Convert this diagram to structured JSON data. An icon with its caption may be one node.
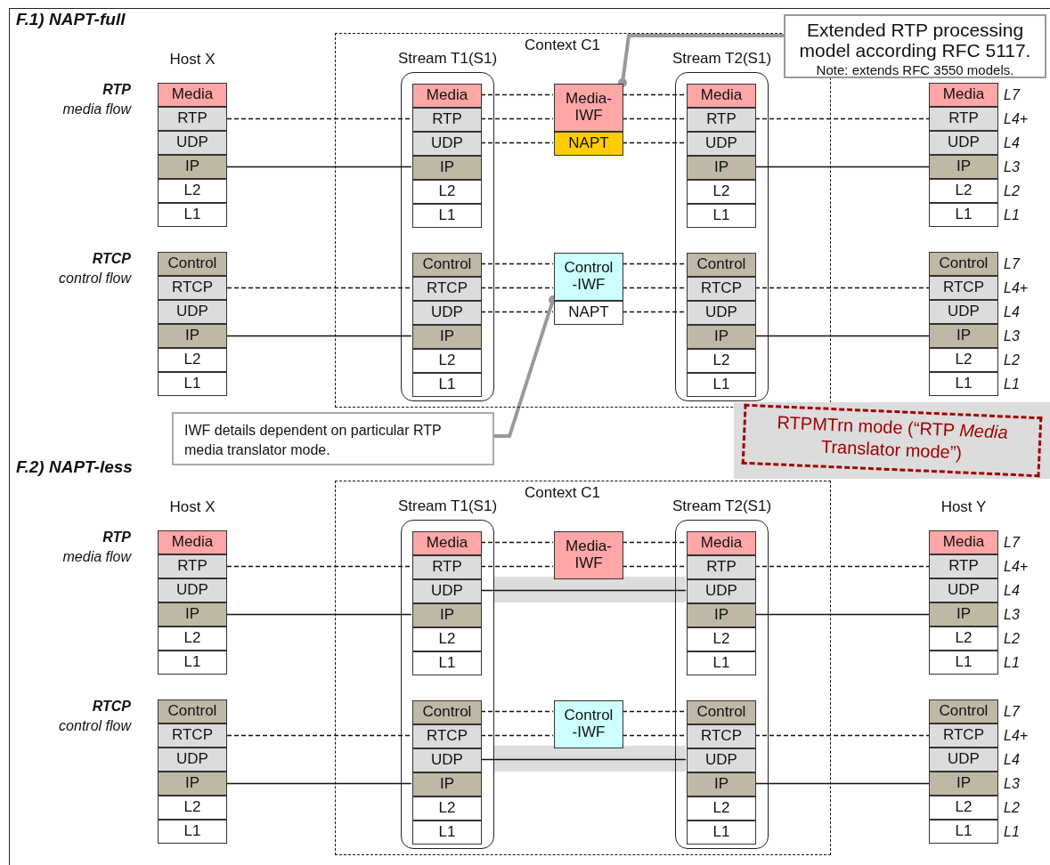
{
  "diagram": {
    "nodes": [
      {
        "text": [
          "Context C1"
        ]
      },
      {
        "text": [
          "Stream T1(S1)"
        ],
        "in": 0
      },
      {
        "text": [
          "Stream T2(S1)"
        ],
        "in": 0
      },
      {
        "text": [
          "Media"
        ]
      },
      {
        "text": [
          "RTP"
        ]
      },
      {
        "text": [
          "UDP"
        ]
      },
      {
        "text": [
          "IP"
        ]
      },
      {
        "text": [
          "L2"
        ]
      },
      {
        "text": [
          "L1"
        ]
      },
      {
        "text": [
          "Media"
        ],
        "in": 1
      },
      {
        "text": [
          "RTP"
        ],
        "in": 1
      },
      {
        "text": [
          "UDP"
        ],
        "in": 1
      },
      {
        "text": [
          "IP"
        ],
        "in": 1
      },
      {
        "text": [
          "L2"
        ],
        "in": 1
      },
      {
        "text": [
          "L1"
        ],
        "in": 1
      },
      {
        "text": [
          "Media- IWF"
        ],
        "in": 0
      },
      {
        "text": [
          "NAPT"
        ],
        "in": 0
      },
      {
        "text": [
          "Media"
        ],
        "in": 2
      },
      {
        "text": [
          "RTP"
        ],
        "in": 2
      },
      {
        "text": [
          "UDP"
        ],
        "in": 2
      },
      {
        "text": [
          "IP"
        ],
        "in": 2
      },
      {
        "text": [
          "L2"
        ],
        "in": 2
      },
      {
        "text": [
          "L1"
        ],
        "in": 2
      },
      {
        "text": [
          "Media"
        ]
      },
      {
        "text": [
          "RTP"
        ]
      },
      {
        "text": [
          "UDP"
        ]
      },
      {
        "text": [
          "IP"
        ]
      },
      {
        "text": [
          "L2"
        ]
      },
      {
        "text": [
          "L1"
        ]
      },
      {
        "text": [
          "Control"
        ]
      },
      {
        "text": [
          "RTCP"
        ]
      },
      {
        "text": [
          "UDP"
        ]
      },
      {
        "text": [
          "IP"
        ]
      },
      {
        "text": [
          "L2"
        ]
      },
      {
        "text": [
          "L1"
        ]
      },
      {
        "text": [
          "Control"
        ],
        "in": 1
      },
      {
        "text": [
          "RTCP"
        ],
        "in": 1
      },
      {
        "text": [
          "UDP"
        ],
        "in": 1
      },
      {
        "text": [
          "IP"
        ],
        "in": 1
      },
      {
        "text": [
          "L2"
        ],
        "in": 1
      },
      {
        "text": [
          "L1"
        ],
        "in": 1
      },
      {
        "text": [
          "Control -IWF"
        ],
        "in": 0
      },
      {
        "text": [
          "NAPT"
        ],
        "in": 0
      },
      {
        "text": [
          "Control"
        ],
        "in": 2
      },
      {
        "text": [
          "RTCP"
        ],
        "in": 2
      },
      {
        "text": [
          "UDP"
        ],
        "in": 2
      },
      {
        "text": [
          "IP"
        ],
        "in": 2
      },
      {
        "text": [
          "L2"
        ],
        "in": 2
      },
      {
        "text": [
          "L1"
        ],
        "in": 2
      },
      {
        "text": [
          "Control"
        ]
      },
      {
        "text": [
          "RTCP"
        ]
      },
      {
        "text": [
          "UDP"
        ]
      },
      {
        "text": [
          "IP"
        ]
      },
      {
        "text": [
          "L2"
        ]
      },
      {
        "text": [
          "L1"
        ]
      },
      {
        "text": [
          "Context C1"
        ]
      },
      {
        "text": [
          "Stream T1(S1)"
        ],
        "in": 55
      },
      {
        "text": [
          "Stream T2(S1)"
        ],
        "in": 55
      },
      {
        "text": [
          "Media"
        ]
      },
      {
        "text": [
          "RTP"
        ]
      },
      {
        "text": [
          "UDP"
        ]
      },
      {
        "text": [
          "IP"
        ]
      },
      {
        "text": [
          "L2"
        ]
      },
      {
        "text": [
          "L1"
        ]
      },
      {
        "text": [
          "Media"
        ],
        "in": 56
      },
      {
        "text": [
          "RTP"
        ],
        "in": 56
      },
      {
        "text": [
          "UDP"
        ],
        "in": 56
      },
      {
        "text": [
          "IP"
        ],
        "in": 56
      },
      {
        "text": [
          "L2"
        ],
        "in": 56
      },
      {
        "text": [
          "L1"
        ],
        "in": 56
      },
      {
        "text": [
          "Media- IWF"
        ],
        "in": 55
      },
      {
        "text": [
          "Media"
        ],
        "in": 57
      },
      {
        "text": [
          "RTP"
        ],
        "in": 57
      },
      {
        "text": [
          "UDP"
        ],
        "in": 57
      },
      {
        "text": [
          "IP"
        ],
        "in": 57
      },
      {
        "text": [
          "L2"
        ],
        "in": 57
      },
      {
        "text": [
          "L1"
        ],
        "in": 57
      },
      {
        "text": [
          "Media"
        ]
      },
      {
        "text": [
          "RTP"
        ]
      },
      {
        "text": [
          "UDP"
        ]
      },
      {
        "text": [
          "IP"
        ]
      },
      {
        "text": [
          "L2"
        ]
      },
      {
        "text": [
          "L1"
        ]
      },
      {
        "text": [
          "Control"
        ]
      },
      {
        "text": [
          "RTCP"
        ]
      },
      {
        "text": [
          "UDP"
        ]
      },
      {
        "text": [
          "IP"
        ]
      },
      {
        "text": [
          "L2"
        ]
      },
      {
        "text": [
          "L1"
        ]
      },
      {
        "text": [
          "Control"
        ],
        "in": 56
      },
      {
        "text": [
          "RTCP"
        ],
        "in": 56
      },
      {
        "text": [
          "UDP"
        ],
        "in": 56
      },
      {
        "text": [
          "IP"
        ],
        "in": 56
      },
      {
        "text": [
          "L2"
        ],
        "in": 56
      },
      {
        "text": [
          "L1"
        ],
        "in": 56
      },
      {
        "text": [
          "Control -IWF"
        ],
        "in": 55
      },
      {
        "text": [
          "Control"
        ],
        "in": 57
      },
      {
        "text": [
          "RTCP"
        ],
        "in": 57
      },
      {
        "text": [
          "UDP"
        ],
        "in": 57
      },
      {
        "text": [
          "IP"
        ],
        "in": 57
      },
      {
        "text": [
          "L2"
        ],
        "in": 57
      },
      {
        "text": [
          "L1"
        ],
        "in": 57
      },
      {
        "text": [
          "Control"
        ]
      },
      {
        "text": [
          "RTCP"
        ]
      },
      {
        "text": [
          "UDP"
        ]
      },
      {
        "text": [
          "IP"
        ]
      },
      {
        "text": [
          "L2"
        ]
      },
      {
        "text": [
          "L1"
        ]
      },
      {
        "text": [
          "Extended RTP processing model according RFC 5117.",
          "Note: extends RFC 3550 models."
        ]
      },
      {
        "text": [
          "IWF details dependent on particular RTP media translator mode."
        ]
      },
      {
        "text": [
          "RTPMTrn mode (“RTP *Media* Translator mode”)"
        ]
      }
    ],
    "edges": [
      {
        "from": 9,
        "to": 15,
        "arrow": "none",
        "style": "dashed"
      },
      {
        "from": 15,
        "to": 17,
        "arrow": "none",
        "style": "dashed"
      },
      {
        "from": 4,
        "to": 10,
        "arrow": "none",
        "style": "dashed"
      },
      {
        "from": 10,
        "to": 15,
        "arrow": "none",
        "style": "dashed"
      },
      {
        "from": 15,
        "to": 18,
        "arrow": "none",
        "style": "dashed"
      },
      {
        "from": 18,
        "to": 24,
        "arrow": "none",
        "style": "dashed"
      },
      {
        "from": 11,
        "to": 16,
        "arrow": "none",
        "style": "dashed"
      },
      {
        "from": 16,
        "to": 19,
        "arrow": "none",
        "style": "dashed"
      },
      {
        "from": 6,
        "to": 12,
        "arrow": "none"
      },
      {
        "from": 20,
        "to": 26,
        "arrow": "none"
      },
      {
        "from": 35,
        "to": 41,
        "arrow": "none",
        "style": "dashed"
      },
      {
        "from": 41,
        "to": 43,
        "arrow": "none",
        "style": "dashed"
      },
      {
        "from": 30,
        "to": 36,
        "arrow": "none",
        "style": "dashed"
      },
      {
        "from": 36,
        "to": 41,
        "arrow": "none",
        "style": "dashed"
      },
      {
        "from": 41,
        "to": 44,
        "arrow": "none",
        "style": "dashed"
      },
      {
        "from": 44,
        "to": 50,
        "arrow": "none",
        "style": "dashed"
      },
      {
        "from": 37,
        "to": 42,
        "arrow": "none",
        "style": "dashed"
      },
      {
        "from": 42,
        "to": 45,
        "arrow": "none",
        "style": "dashed"
      },
      {
        "from": 32,
        "to": 38,
        "arrow": "none"
      },
      {
        "from": 46,
        "to": 52,
        "arrow": "none"
      },
      {
        "from": 64,
        "to": 70,
        "arrow": "none",
        "style": "dashed"
      },
      {
        "from": 70,
        "to": 71,
        "arrow": "none",
        "style": "dashed"
      },
      {
        "from": 59,
        "to": 65,
        "arrow": "none",
        "style": "dashed"
      },
      {
        "from": 65,
        "to": 70,
        "arrow": "none",
        "style": "dashed"
      },
      {
        "from": 70,
        "to": 72,
        "arrow": "none",
        "style": "dashed"
      },
      {
        "from": 72,
        "to": 78,
        "arrow": "none",
        "style": "dashed"
      },
      {
        "from": 66,
        "to": 73,
        "arrow": "none"
      },
      {
        "from": 61,
        "to": 67,
        "arrow": "none"
      },
      {
        "from": 74,
        "to": 80,
        "arrow": "none"
      },
      {
        "from": 89,
        "to": 95,
        "arrow": "none",
        "style": "dashed"
      },
      {
        "from": 95,
        "to": 96,
        "arrow": "none",
        "style": "dashed"
      },
      {
        "from": 84,
        "to": 90,
        "arrow": "none",
        "style": "dashed"
      },
      {
        "from": 90,
        "to": 95,
        "arrow": "none",
        "style": "dashed"
      },
      {
        "from": 95,
        "to": 97,
        "arrow": "none",
        "style": "dashed"
      },
      {
        "from": 97,
        "to": 103,
        "arrow": "none",
        "style": "dashed"
      },
      {
        "from": 91,
        "to": 98,
        "arrow": "none"
      },
      {
        "from": 86,
        "to": 92,
        "arrow": "none"
      },
      {
        "from": 99,
        "to": 105,
        "arrow": "none"
      },
      {
        "from": 108,
        "to": 15,
        "arrow": "other",
        "style": "thick",
        "color": "#999999"
      },
      {
        "from": 109,
        "to": 41,
        "arrow": "other",
        "style": "thick",
        "color": "#999999"
      }
    ],
    "labels": [
      "F.1) NAPT-full",
      "Host X",
      "RTP",
      "media flow",
      "L7",
      "L4+",
      "L4",
      "L3",
      "L2",
      "L1",
      "RTCP",
      "control flow",
      "L7",
      "L4+",
      "L4",
      "L3",
      "L2",
      "L1",
      "F.2) NAPT-less",
      "Host X",
      "Host Y",
      "RTP",
      "media flow",
      "L7",
      "L4+",
      "L4",
      "L3",
      "L2",
      "L1",
      "RTCP",
      "control flow",
      "L7",
      "L4+",
      "L4",
      "L3",
      "L2",
      "L1"
    ]
  }
}
